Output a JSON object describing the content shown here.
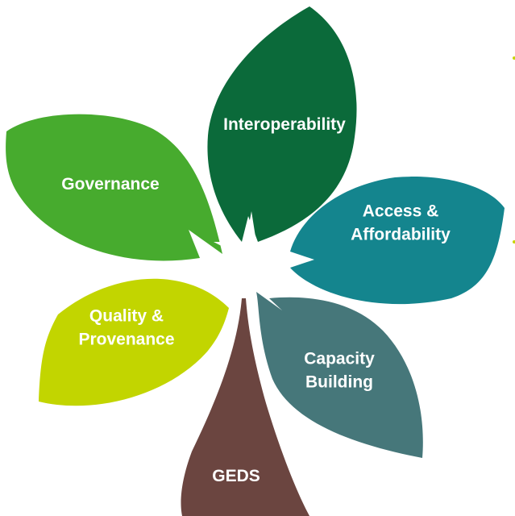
{
  "diagram": {
    "leaves": [
      {
        "id": "interoperability",
        "lines": [
          "Interoperability"
        ],
        "color": "#0b6a3a"
      },
      {
        "id": "governance",
        "lines": [
          "Governance"
        ],
        "color": "#47ab2e"
      },
      {
        "id": "access",
        "lines": [
          "Access &",
          "Affordability"
        ],
        "color": "#14858e"
      },
      {
        "id": "quality",
        "lines": [
          "Quality &",
          "Provenance"
        ],
        "color": "#c2d500"
      },
      {
        "id": "capacity",
        "lines": [
          "Capacity",
          "Building"
        ],
        "color": "#46777a"
      }
    ],
    "stem": {
      "lines": [
        "GEDS"
      ],
      "color": "#6b4540"
    },
    "accent_color": "#c8d400"
  }
}
